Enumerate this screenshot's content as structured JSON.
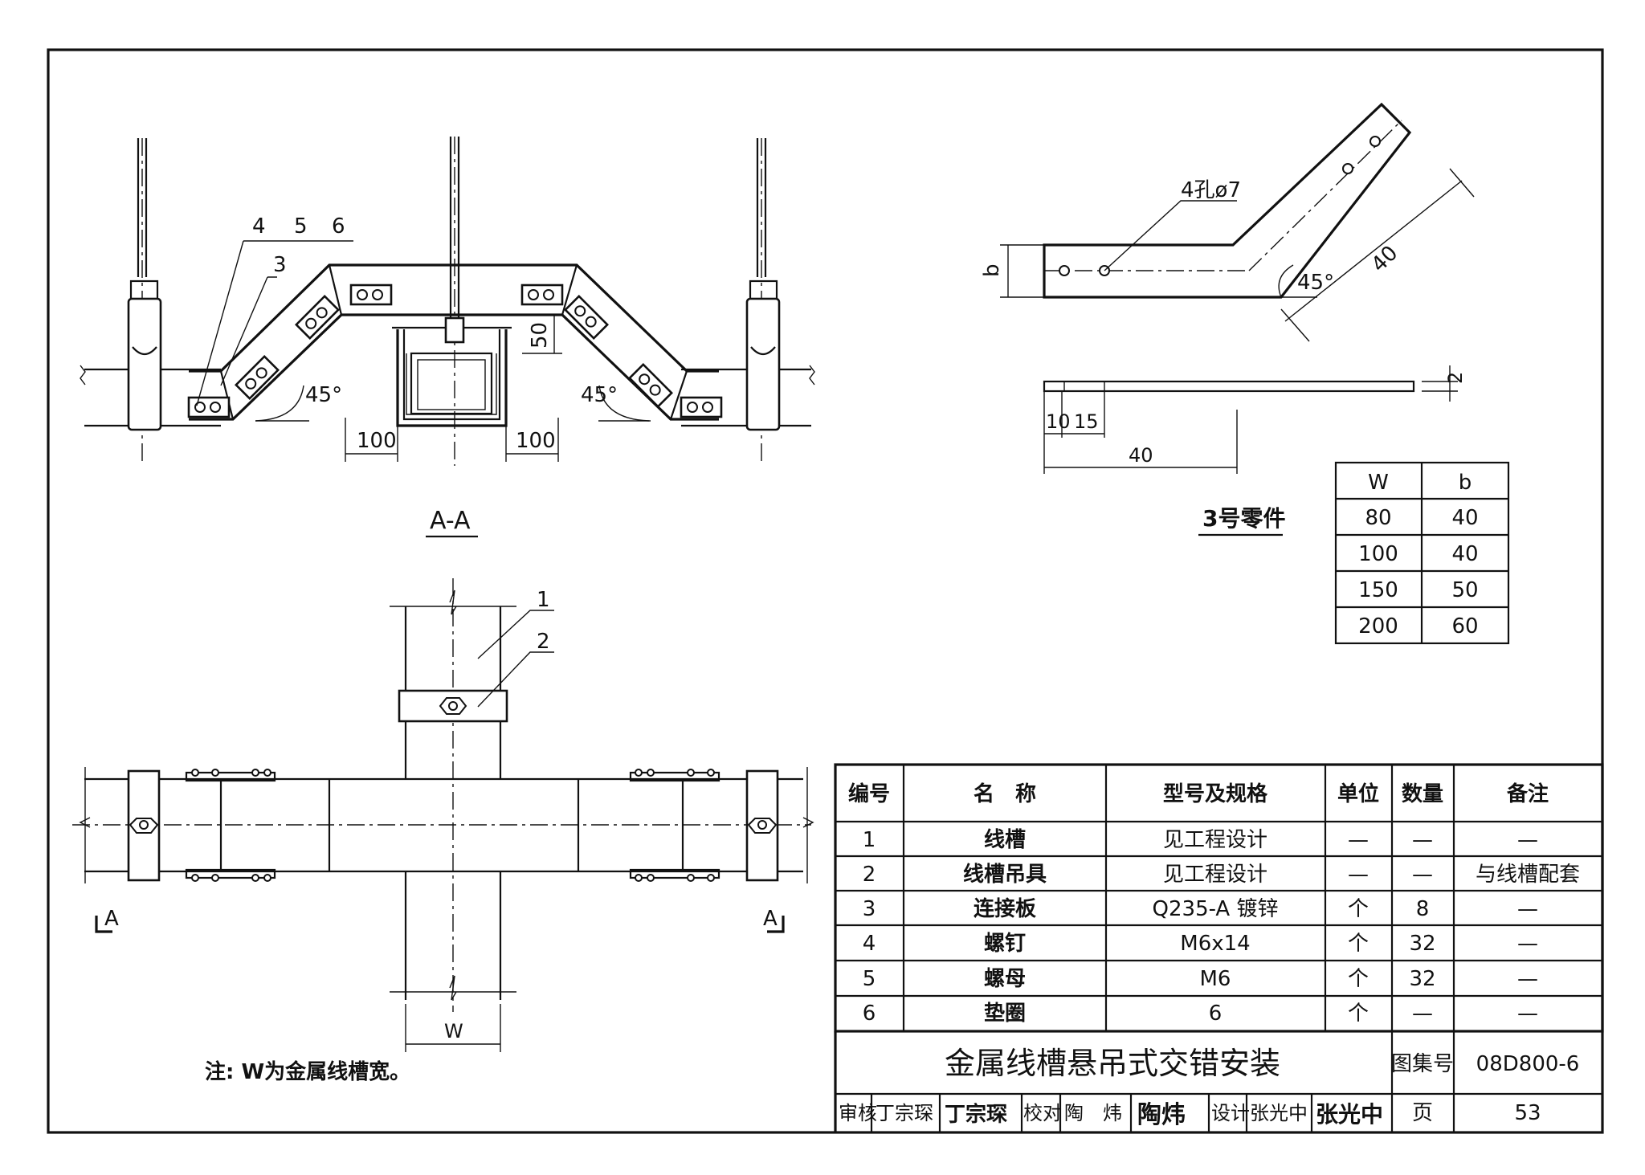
{
  "section_aa": {
    "title": "A-A",
    "callouts": [
      "4",
      "5",
      "6",
      "3"
    ],
    "dims": {
      "left_100": "100",
      "right_100": "100",
      "height_50": "50",
      "left_45": "45°",
      "right_45": "45°"
    }
  },
  "plan": {
    "callouts": [
      "1",
      "2"
    ],
    "section_mark_left": "A",
    "section_mark_right": "A",
    "width_label": "W"
  },
  "part3": {
    "title": "3号零件",
    "hole_note": "4孔ø7",
    "dims": {
      "b": "b",
      "angle": "45°",
      "diag_40": "40",
      "d10": "10",
      "d15": "15",
      "d40": "40",
      "thk": "2"
    },
    "size_table": {
      "headers": [
        "W",
        "b"
      ],
      "rows": [
        [
          "80",
          "40"
        ],
        [
          "100",
          "40"
        ],
        [
          "150",
          "50"
        ],
        [
          "200",
          "60"
        ]
      ]
    }
  },
  "note": "注: W为金属线槽宽。",
  "bom": {
    "headers": [
      "编号",
      "名　称",
      "型号及规格",
      "单位",
      "数量",
      "备注"
    ],
    "rows": [
      [
        "1",
        "线槽",
        "见工程设计",
        "—",
        "—",
        "—"
      ],
      [
        "2",
        "线槽吊具",
        "见工程设计",
        "—",
        "—",
        "与线槽配套"
      ],
      [
        "3",
        "连接板",
        "Q235-A 镀锌",
        "个",
        "8",
        "—"
      ],
      [
        "4",
        "螺钉",
        "M6x14",
        "个",
        "32",
        "—"
      ],
      [
        "5",
        "螺母",
        "M6",
        "个",
        "32",
        "—"
      ],
      [
        "6",
        "垫圈",
        "6",
        "个",
        "—",
        "—"
      ]
    ]
  },
  "title_block": {
    "drawing_title": "金属线槽悬吊式交错安装",
    "atlas_label": "图集号",
    "atlas_no": "08D800-6",
    "page_label": "页",
    "page_no": "53",
    "review_label": "审核",
    "reviewer": "丁宗琛",
    "reviewer_sig": "丁宗琛",
    "check_label": "校对",
    "checker": "陶　炜",
    "checker_sig": "陶炜",
    "design_label": "设计",
    "designer": "张光中",
    "designer_sig": "张光中"
  }
}
